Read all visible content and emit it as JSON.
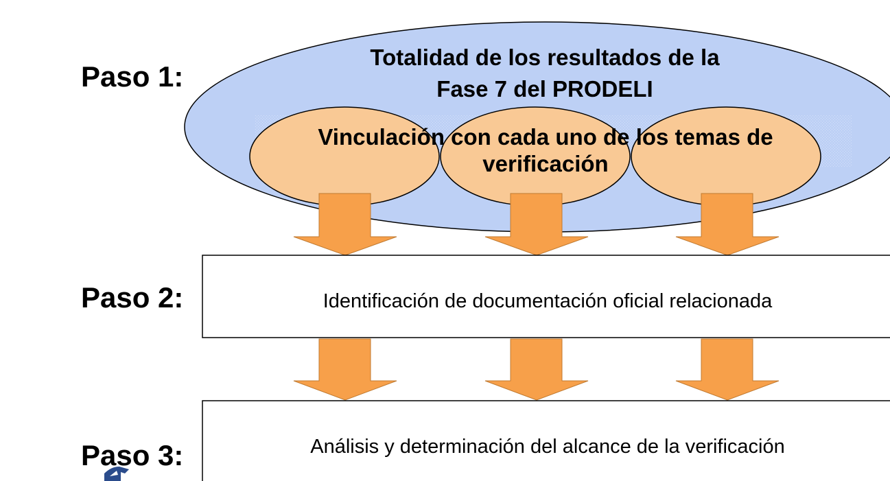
{
  "steps": {
    "step1_label": "Paso 1:",
    "step2_label": "Paso 2:",
    "step3_label": "Paso 3:"
  },
  "step1": {
    "title_line1": "Totalidad de los resultados de la",
    "title_line2": "Fase 7 del PRODELI",
    "link_line1": "Vinculación con cada uno de los temas de",
    "link_line2": "verificación"
  },
  "step2": {
    "text": "Identificación de documentación oficial relacionada"
  },
  "step3": {
    "text": "Análisis y determinación del alcance de la verificación"
  },
  "colors": {
    "blue_oval": "#BDD0F5",
    "orange_oval": "#F9C995",
    "arrow": "#F7A04A",
    "outline": "#000000"
  }
}
